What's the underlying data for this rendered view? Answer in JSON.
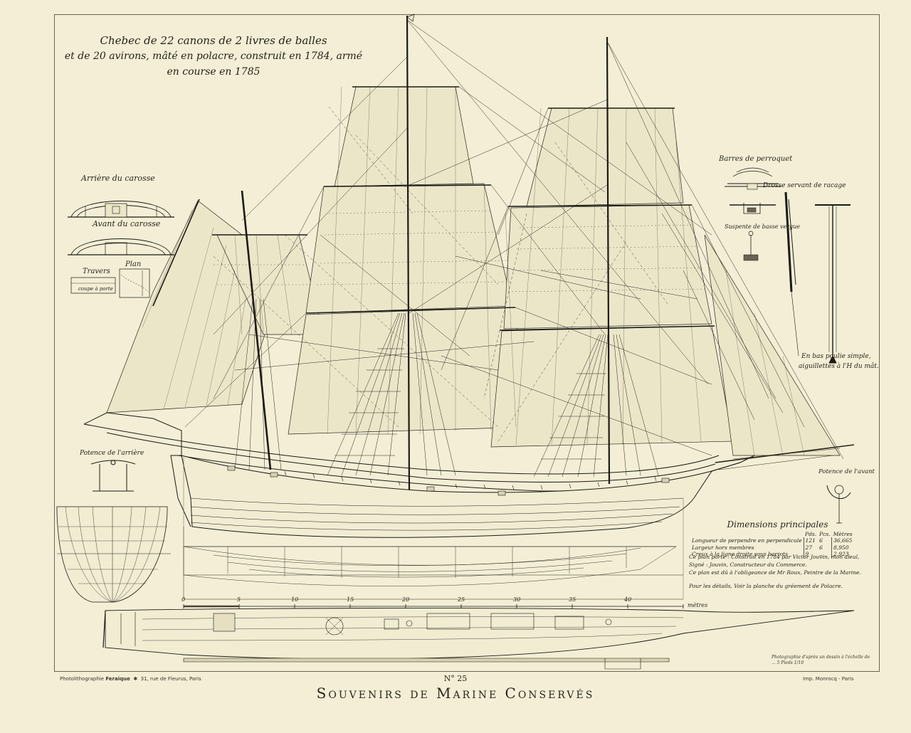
{
  "title": {
    "line1": "Chebec de 22 canons de 2 livres de balles",
    "line2": "et de 20 avirons, mâté en polacre, construit en 1784, armé en course en 1785"
  },
  "labels": {
    "arriere_carosse": "Arrière du carosse",
    "avant_carosse": "Avant du carosse",
    "travers": "Travers",
    "plan": "Plan",
    "coupe_porte": "coupe à porte",
    "potence_arriere": "Potence de l'arrière",
    "potence_avant": "Potence de l'avant",
    "barres_perroquet": "Barres de perroquet",
    "drosse": "Drosse servant de racage",
    "suspente": "Suspente de basse vergue",
    "en_bas_line1": "En bas poulie simple,",
    "en_bas_line2": "aiguillettes à l'H du mât."
  },
  "dimensions": {
    "heading": "Dimensions principales",
    "units": [
      "Pds.",
      "Pcs.",
      "Mètres"
    ],
    "rows": [
      {
        "label": "Longueur de perpendre en perpendicule",
        "v1": "121",
        "v2": "6",
        "m": "36,665"
      },
      {
        "label": "Largeur hors membres",
        "v1": "27",
        "v2": "6",
        "m": "8,950"
      },
      {
        "label": "Creux à la ligne droite sous barrots",
        "v1": "9",
        "v2": "..",
        "m": "2,923"
      }
    ]
  },
  "notes": {
    "line1": "Ce plan porte : Construit en 1784 par Victor Jouvin, mon aïeul,",
    "line2": "Signé : Jouvin, Constructeur du Commerce.",
    "line3": "Ce plan est dû à l'obligeance de Mr Roux, Peintre de la Marine.",
    "line4": "Pour les détails, Voir la planche du gréement de Polacre."
  },
  "scale": {
    "ticks": [
      "0",
      "5",
      "10",
      "15",
      "20",
      "25",
      "30",
      "35",
      "40"
    ],
    "unit": "mètres"
  },
  "photo_note": "Photographie d'après un dessin à l'échelle de ... 5 Pieds 1/10",
  "footer": {
    "left_a": "Photolithographie",
    "left_b": "Feraique",
    "left_c": "31, rue de Fleurus, Paris",
    "right": "Imp. Monrocq - Paris",
    "plate_no": "N° 25",
    "plate_title": "Souvenirs de Marine Conservés"
  },
  "colors": {
    "paper": "#f3eed5",
    "ink": "#1c1a16",
    "sail_fill": "#ece6c9"
  }
}
